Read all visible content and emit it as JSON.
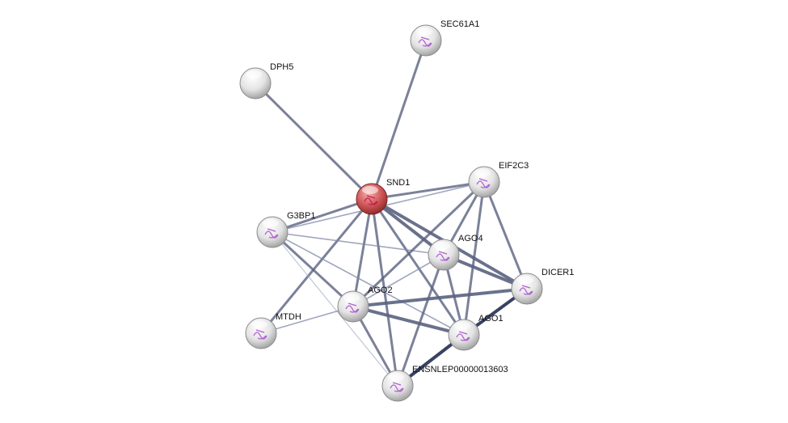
{
  "network": {
    "query_node": "SND1",
    "colors": {
      "query": "#c84848",
      "node": "#e6e6e6",
      "edge": "#5a6280",
      "edge_dark": "#2e3858"
    },
    "nodes": [
      {
        "id": "SEC61A1",
        "label": "SEC61A1"
      },
      {
        "id": "DPH5",
        "label": "DPH5"
      },
      {
        "id": "SND1",
        "label": "SND1"
      },
      {
        "id": "EIF2C3",
        "label": "EIF2C3"
      },
      {
        "id": "G3BP1",
        "label": "G3BP1"
      },
      {
        "id": "AGO4",
        "label": "AGO4"
      },
      {
        "id": "DICER1",
        "label": "DICER1"
      },
      {
        "id": "AGO2",
        "label": "AGO2"
      },
      {
        "id": "MTDH",
        "label": "MTDH"
      },
      {
        "id": "AGO1",
        "label": "AGO1"
      },
      {
        "id": "ENSNLEP00000013603",
        "label": "ENSNLEP00000013603"
      }
    ],
    "edges": [
      {
        "from": "SND1",
        "to": "SEC61A1",
        "strength": "medium"
      },
      {
        "from": "SND1",
        "to": "DPH5",
        "strength": "medium"
      },
      {
        "from": "SND1",
        "to": "EIF2C3",
        "strength": "medium"
      },
      {
        "from": "SND1",
        "to": "G3BP1",
        "strength": "medium"
      },
      {
        "from": "SND1",
        "to": "AGO4",
        "strength": "strong"
      },
      {
        "from": "SND1",
        "to": "DICER1",
        "strength": "strong"
      },
      {
        "from": "SND1",
        "to": "AGO2",
        "strength": "medium"
      },
      {
        "from": "SND1",
        "to": "MTDH",
        "strength": "medium"
      },
      {
        "from": "SND1",
        "to": "AGO1",
        "strength": "medium"
      },
      {
        "from": "SND1",
        "to": "ENSNLEP00000013603",
        "strength": "medium"
      },
      {
        "from": "G3BP1",
        "to": "EIF2C3",
        "strength": "weak"
      },
      {
        "from": "G3BP1",
        "to": "AGO4",
        "strength": "weak"
      },
      {
        "from": "G3BP1",
        "to": "AGO2",
        "strength": "medium"
      },
      {
        "from": "G3BP1",
        "to": "AGO1",
        "strength": "weak"
      },
      {
        "from": "G3BP1",
        "to": "ENSNLEP00000013603",
        "strength": "faint"
      },
      {
        "from": "EIF2C3",
        "to": "AGO4",
        "strength": "medium"
      },
      {
        "from": "EIF2C3",
        "to": "DICER1",
        "strength": "medium"
      },
      {
        "from": "EIF2C3",
        "to": "AGO2",
        "strength": "medium"
      },
      {
        "from": "EIF2C3",
        "to": "AGO1",
        "strength": "medium"
      },
      {
        "from": "AGO4",
        "to": "DICER1",
        "strength": "strong"
      },
      {
        "from": "AGO4",
        "to": "AGO2",
        "strength": "weak"
      },
      {
        "from": "AGO4",
        "to": "AGO1",
        "strength": "medium"
      },
      {
        "from": "AGO4",
        "to": "ENSNLEP00000013603",
        "strength": "medium"
      },
      {
        "from": "DICER1",
        "to": "AGO2",
        "strength": "strong"
      },
      {
        "from": "DICER1",
        "to": "AGO1",
        "strength": "dark"
      },
      {
        "from": "AGO2",
        "to": "MTDH",
        "strength": "weak"
      },
      {
        "from": "AGO2",
        "to": "AGO1",
        "strength": "strong"
      },
      {
        "from": "AGO2",
        "to": "ENSNLEP00000013603",
        "strength": "medium"
      },
      {
        "from": "AGO1",
        "to": "ENSNLEP00000013603",
        "strength": "dark"
      }
    ]
  }
}
